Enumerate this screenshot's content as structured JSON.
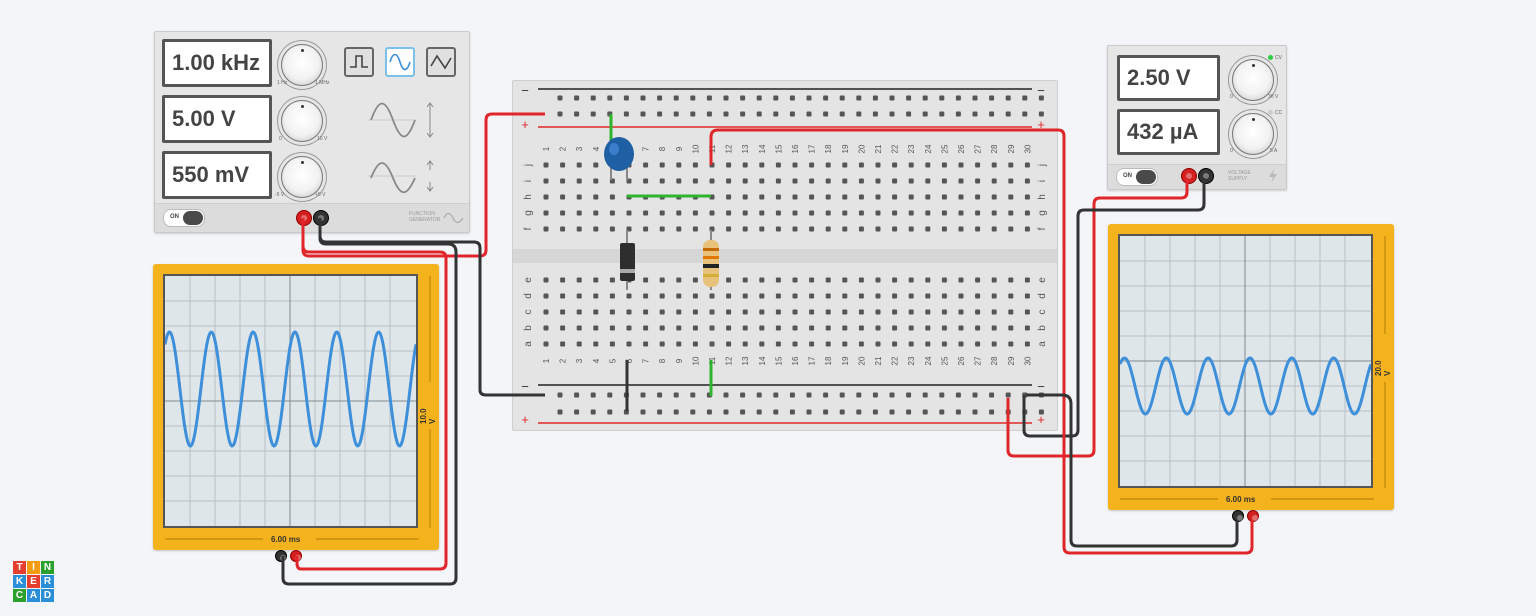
{
  "function_generator": {
    "frequency_display": "1.00 kHz",
    "amplitude_display": "5.00 V",
    "offset_display": "550 mV",
    "freq_knob_min": "1 Hz",
    "freq_knob_max": "1 MHz",
    "amp_knob_min": "0",
    "amp_knob_max": "10 V",
    "offset_knob_min": "-5 V",
    "offset_knob_max": "+5 V",
    "waveforms": [
      "square",
      "sine",
      "triangle"
    ],
    "selected_waveform": "sine",
    "power_label": "ON",
    "brand_line1": "FUNCTION",
    "brand_line2": "GENERATOR"
  },
  "power_supply": {
    "voltage_display": "2.50 V",
    "current_display": "432 µA",
    "cv_label": "CV",
    "cc_label": "CC",
    "v_knob_min": "0",
    "v_knob_max": "30 V",
    "a_knob_min": "0",
    "a_knob_max": "5 A",
    "power_label": "ON",
    "brand_line1": "VOLTAGE",
    "brand_line2": "SUPPLY",
    "cv_color": "#2ecc40"
  },
  "oscilloscope_left": {
    "time_label": "6.00 ms",
    "volt_label": "10.0 V"
  },
  "oscilloscope_right": {
    "time_label": "6.00 ms",
    "volt_label": "20.0 V"
  },
  "breadboard": {
    "row_letters_top": [
      "j",
      "i",
      "h",
      "g",
      "f"
    ],
    "row_letters_bottom": [
      "e",
      "d",
      "c",
      "b",
      "a"
    ],
    "rail_minus": "−",
    "rail_plus": "+"
  },
  "logo": {
    "letters": [
      "T",
      "I",
      "N",
      "K",
      "E",
      "R",
      "C",
      "A",
      "D"
    ]
  },
  "colors": {
    "wire_red": "#e0262b",
    "wire_black": "#333333",
    "wire_green": "#2db52d",
    "trace_blue": "#3d8fd9",
    "scope_orange": "#f4b21c"
  }
}
